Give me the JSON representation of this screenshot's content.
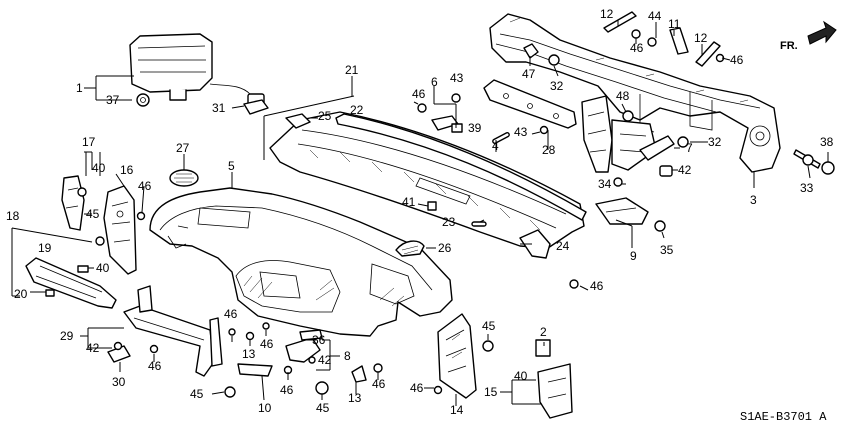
{
  "diagram": {
    "code": "S1AE-B3701 A",
    "direction_label": "FR.",
    "callouts": [
      "1",
      "2",
      "3",
      "4",
      "5",
      "6",
      "7",
      "8",
      "9",
      "10",
      "11",
      "12",
      "13",
      "14",
      "15",
      "16",
      "17",
      "18",
      "19",
      "20",
      "21",
      "22",
      "23",
      "24",
      "25",
      "26",
      "27",
      "28",
      "29",
      "30",
      "31",
      "32",
      "33",
      "34",
      "35",
      "36",
      "37",
      "38",
      "39",
      "40",
      "41",
      "42",
      "43",
      "44",
      "45",
      "46",
      "47",
      "48"
    ]
  }
}
